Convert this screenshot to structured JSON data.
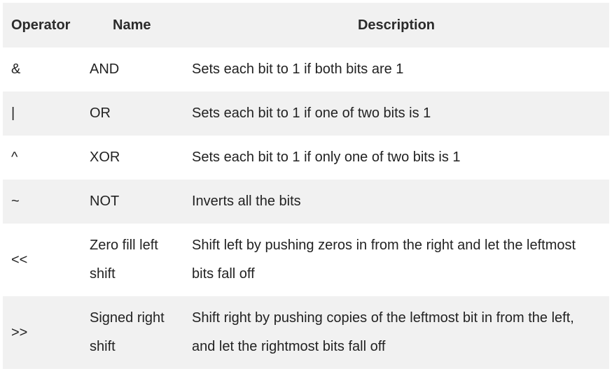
{
  "table": {
    "headers": {
      "operator": "Operator",
      "name": "Name",
      "description": "Description"
    },
    "rows": [
      {
        "operator": "&",
        "name": "AND",
        "description": "Sets each bit to 1 if both bits are 1"
      },
      {
        "operator": "|",
        "name": "OR",
        "description": "Sets each bit to 1 if one of two bits is 1"
      },
      {
        "operator": "^",
        "name": "XOR",
        "description": "Sets each bit to 1 if only one of two bits is 1"
      },
      {
        "operator": "~",
        "name": "NOT",
        "description": "Inverts all the bits"
      },
      {
        "operator": "<<",
        "name": "Zero fill left shift",
        "description": "Shift left by pushing zeros in from the right and let the leftmost bits fall off"
      },
      {
        "operator": ">>",
        "name": "Signed right shift",
        "description": "Shift right by pushing copies of the leftmost bit in from the left, and let the rightmost bits fall off"
      }
    ]
  },
  "colors": {
    "header_bg": "#f1f1f1",
    "stripe_bg": "#f1f1f1",
    "row_bg": "#ffffff",
    "text": "#222222"
  }
}
